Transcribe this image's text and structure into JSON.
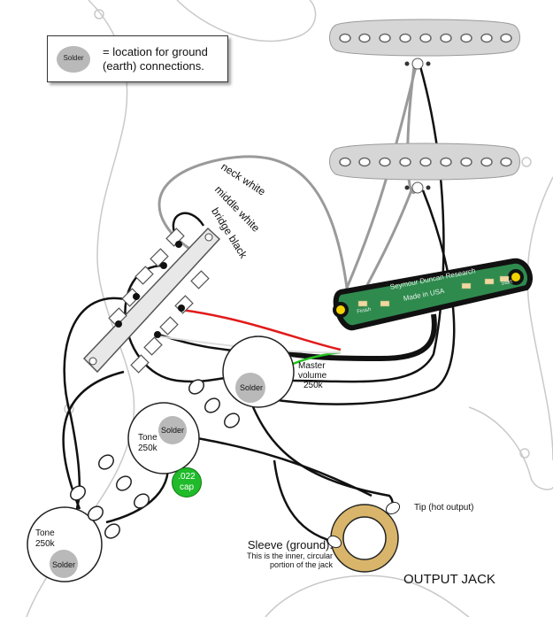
{
  "legend": {
    "solder_label": "Solder",
    "text_line1": "= location for ground",
    "text_line2": "(earth) connections."
  },
  "wire_labels": {
    "neck": "neck white",
    "middle": "middle white",
    "bridge": "bridge black"
  },
  "pickup": {
    "brand": "Seymour Duncan Research",
    "made_in": "Made in USA",
    "pad_finish": "Finish",
    "pad_start": "Start"
  },
  "master_volume": {
    "line1": "Master",
    "line2": "volume",
    "line3": "250k",
    "solder": "Solder"
  },
  "tone_upper": {
    "line1": "Tone",
    "line2": "250k",
    "solder": "Solder"
  },
  "tone_lower": {
    "line1": "Tone",
    "line2": "250k",
    "solder": "Solder"
  },
  "cap": {
    "line1": ".022",
    "line2": "cap"
  },
  "jack": {
    "tip": "Tip (hot output)",
    "sleeve_title": "Sleeve (ground).",
    "sleeve_line2": "This is the inner, circular",
    "sleeve_line3": "portion of the jack",
    "title": "OUTPUT JACK"
  },
  "colors": {
    "hot_wire": "#e11b1b",
    "green_wire": "#22c21f",
    "pcb": "#2f8a4e",
    "ground_spot": "#b9b9b9",
    "jack_ring": "#d8b56a"
  }
}
